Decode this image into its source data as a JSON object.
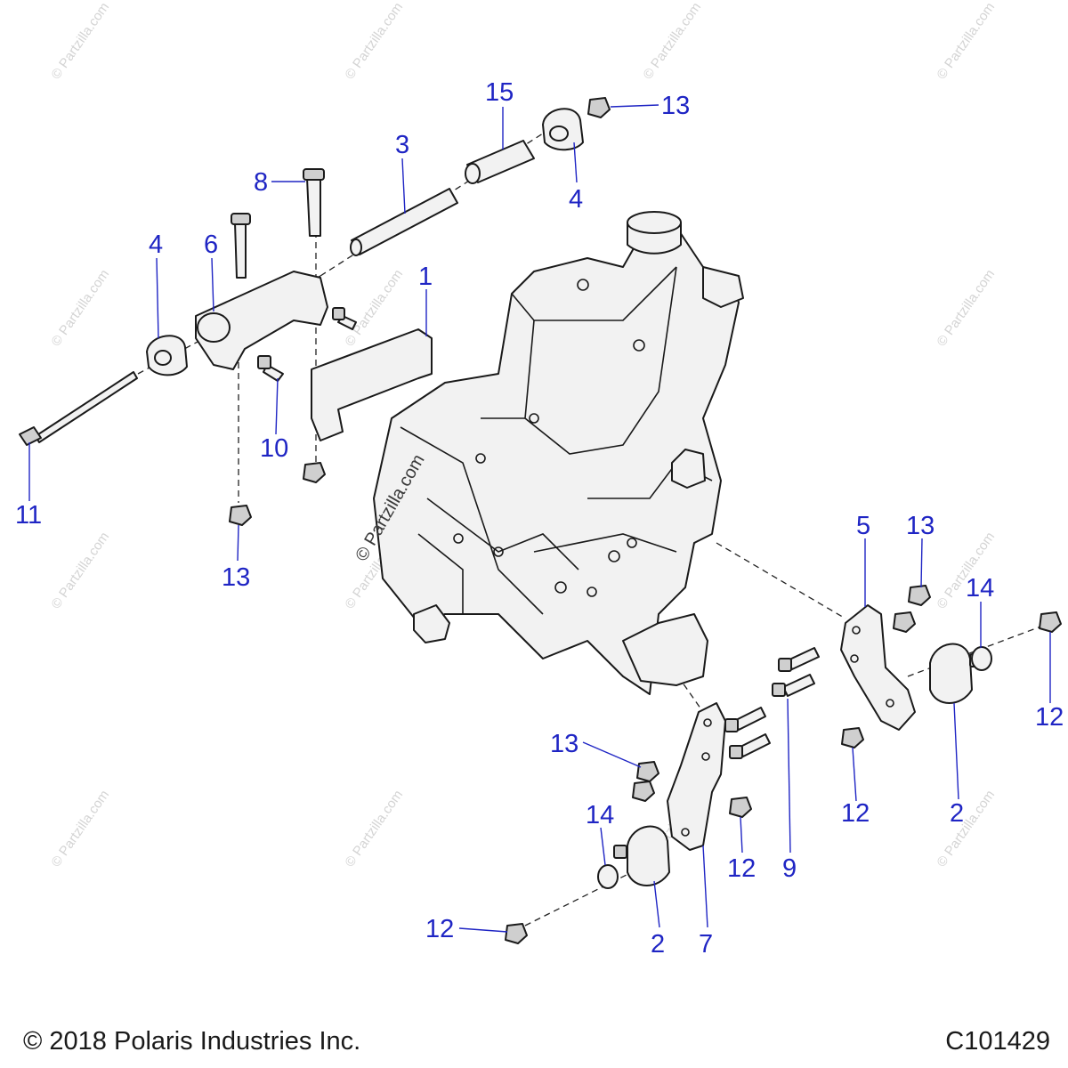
{
  "watermark": "© Partzilla.com",
  "center_watermark": "© Partzilla.com",
  "callouts": [
    {
      "id": "c15",
      "label": "15"
    },
    {
      "id": "c13a",
      "label": "13"
    },
    {
      "id": "c3",
      "label": "3"
    },
    {
      "id": "c4a",
      "label": "4"
    },
    {
      "id": "c8",
      "label": "8"
    },
    {
      "id": "c4b",
      "label": "4"
    },
    {
      "id": "c6",
      "label": "6"
    },
    {
      "id": "c1",
      "label": "1"
    },
    {
      "id": "c10",
      "label": "10"
    },
    {
      "id": "c11",
      "label": "11"
    },
    {
      "id": "c13b",
      "label": "13"
    },
    {
      "id": "c5",
      "label": "5"
    },
    {
      "id": "c13c",
      "label": "13"
    },
    {
      "id": "c14a",
      "label": "14"
    },
    {
      "id": "c12a",
      "label": "12"
    },
    {
      "id": "c13d",
      "label": "13"
    },
    {
      "id": "c12b",
      "label": "12"
    },
    {
      "id": "c2a",
      "label": "2"
    },
    {
      "id": "c14b",
      "label": "14"
    },
    {
      "id": "c12c",
      "label": "12"
    },
    {
      "id": "c9",
      "label": "9"
    },
    {
      "id": "c12d",
      "label": "12"
    },
    {
      "id": "c2b",
      "label": "2"
    },
    {
      "id": "c7",
      "label": "7"
    }
  ],
  "footer": {
    "copyright": "© 2018 Polaris Industries Inc.",
    "diagram_code": "C101429"
  },
  "colors": {
    "callout": "#1f25c4",
    "line_art": "#1a1a1a",
    "watermark": "#d4d4d4"
  }
}
